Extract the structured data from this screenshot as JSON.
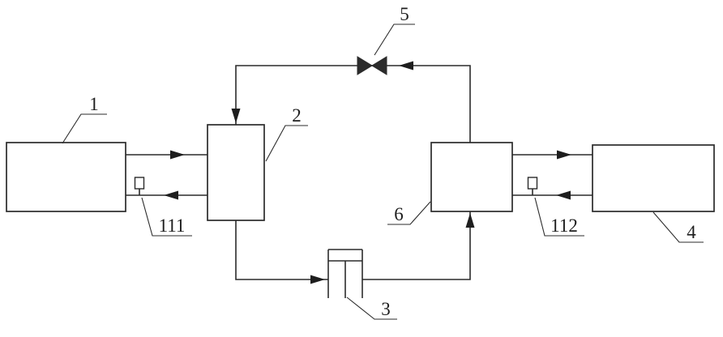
{
  "diagram": {
    "type": "schematic",
    "description": "black line-art flow schematic (patent-style figure) on white background",
    "colors": {
      "line": "#2b2b2b",
      "background": "#ffffff",
      "arrow_fill": "#1e1e1e"
    },
    "labels": {
      "comp1": "1",
      "comp2": "2",
      "comp3": "3",
      "comp4": "4",
      "valve5": "5",
      "comp6": "6",
      "sensor111": "111",
      "sensor112": "112"
    },
    "icons": {
      "valve5": "bowtie-valve-symbol",
      "comp3": "cylinder-port-symbol",
      "sensor111": "probe-on-pipe-symbol",
      "sensor112": "probe-on-pipe-symbol"
    }
  }
}
